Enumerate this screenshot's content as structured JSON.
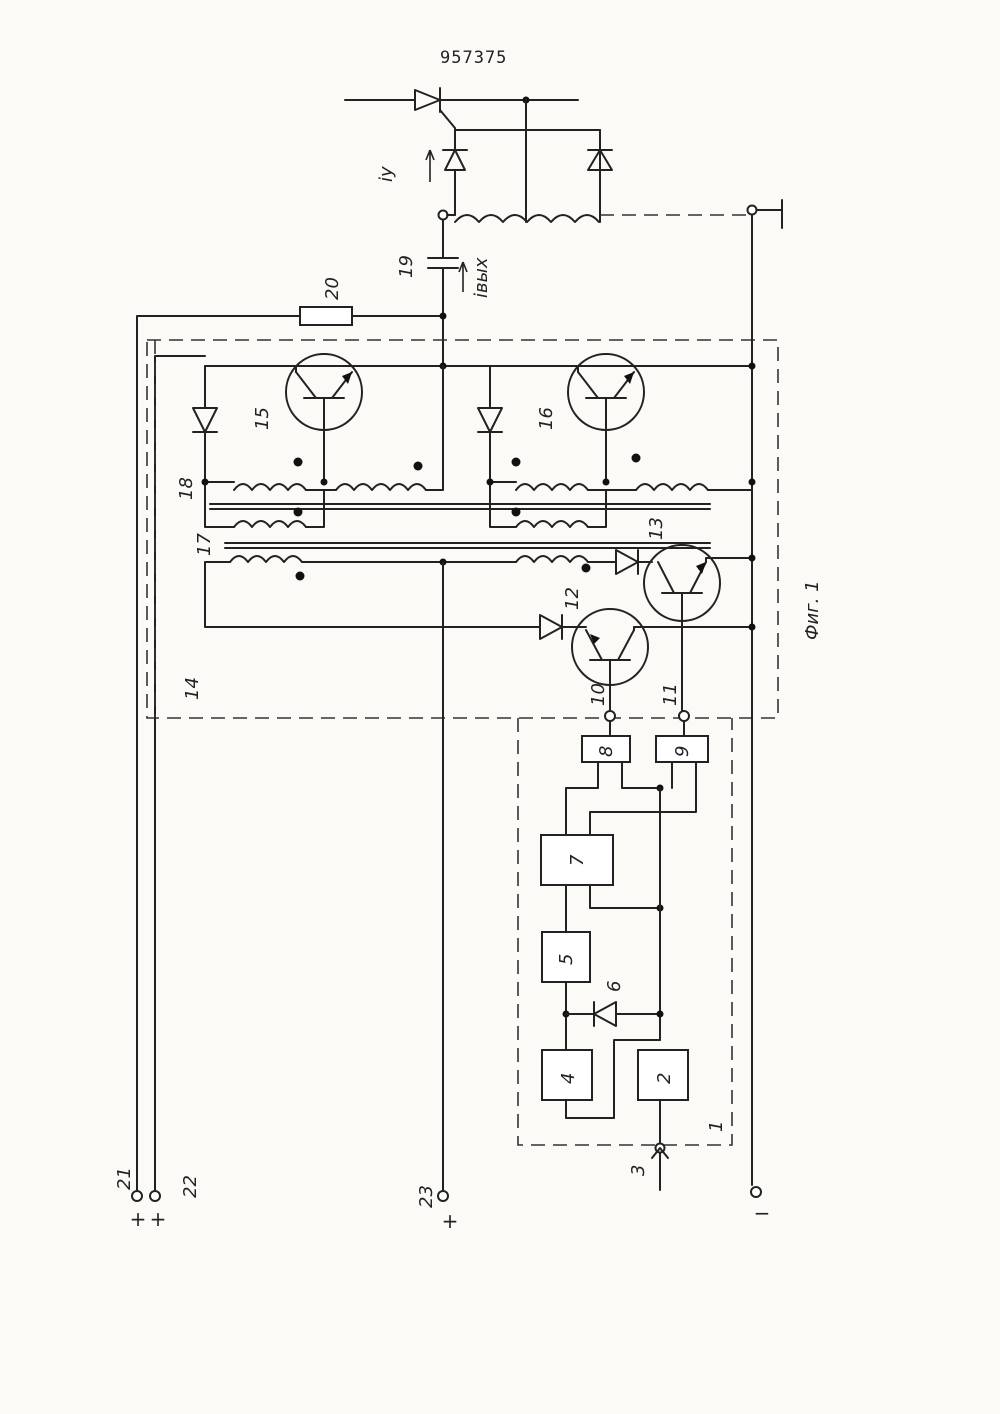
{
  "document": {
    "page_number": "957375",
    "figure_caption": "Фиг. 1"
  },
  "labels": {
    "block_1": "1",
    "block_2": "2",
    "input_3": "3",
    "block_4": "4",
    "block_5": "5",
    "diode_6": "6",
    "block_7": "7",
    "block_8": "8",
    "block_9": "9",
    "node_10": "10",
    "node_11": "11",
    "diode_12": "12",
    "transistor_13": "13",
    "stage_14": "14",
    "transistor_15": "15",
    "transistor_16": "16",
    "transformer_17": "17",
    "transformer_18": "18",
    "capacitor_19": "19",
    "resistor_20": "20",
    "terminal_21": "21",
    "terminal_22": "22",
    "terminal_23": "23"
  },
  "currents": {
    "control": "iу",
    "output": "iвых"
  },
  "polarity": {
    "plus": "+",
    "minus": "−"
  }
}
